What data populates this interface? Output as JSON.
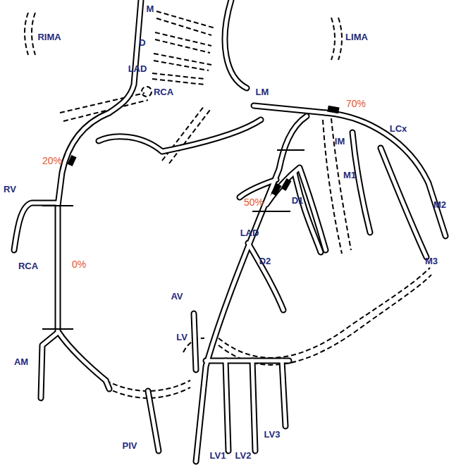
{
  "diagram": {
    "labels": [
      "M",
      "D",
      "RIMA",
      "LIMA",
      "LAD",
      "RCA",
      "LM",
      "70%",
      "LCx",
      "IM",
      "20%",
      "RV",
      "M1",
      "M2",
      "50%",
      "D1",
      "LAD",
      "D2",
      "RCA",
      "0%",
      "M3",
      "AV",
      "LV",
      "AM",
      "PIV",
      "LV1",
      "LV2",
      "LV3"
    ]
  }
}
